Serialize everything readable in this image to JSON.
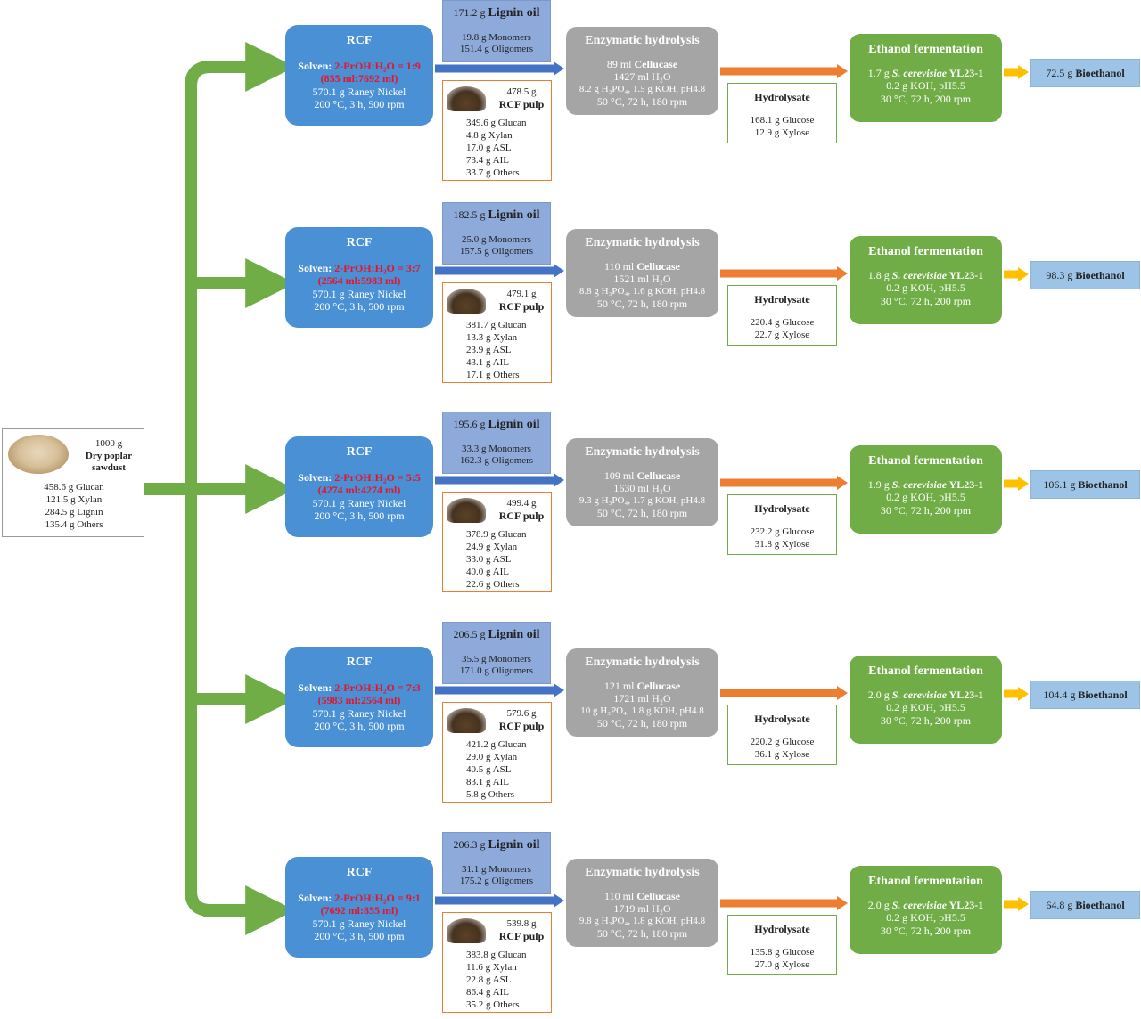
{
  "feedstock": {
    "amount": "1000 g",
    "name": "Dry poplar sawdust",
    "composition": [
      "458.6 g Glucan",
      "121.5 g Xylan",
      "284.5 g Lignin",
      "135.4 g Others"
    ]
  },
  "labels": {
    "rcf_title": "RCF",
    "solvent_prefix": "Solven: ",
    "catalyst": "570.1 g Raney Nickel",
    "rcf_conditions": "200 °C, 3 h, 500 rpm",
    "lignin_oil": "Lignin oil",
    "rcf_pulp": "RCF pulp",
    "enzymatic_hydrolysis": "Enzymatic hydrolysis",
    "cellucase": "Cellucase",
    "hydrolysis_conditions": "50 °C, 72 h, 180 rpm",
    "hydrolysate": "Hydrolysate",
    "ethanol_fermentation": "Ethanol fermentation",
    "yeast": "S. cerevisiae",
    "strain": "YL23-1",
    "fermentation_conditions": "30 °C, 72 h, 200 rpm",
    "bioethanol": "Bioethanol"
  },
  "colors": {
    "rcf_blue": "#4a90d4",
    "oil_blue": "#8eaadb",
    "pulp_border": "#ed7d31",
    "enzymatic_gray": "#a5a5a5",
    "fermentation_green": "#70ad47",
    "bioethanol_blue": "#9dc3e6",
    "solvent_red": "#e8132a",
    "orange_arrow": "#ed7d31",
    "yellow_arrow": "#ffc000"
  },
  "rows": [
    {
      "ratio": "2-PrOH:H₂O = 1:9",
      "volumes": "(855 ml:7692 ml)",
      "lignin_oil_amount": "171.2 g",
      "monomers": "19.8 g Monomers",
      "oligomers": "151.4 g Oligomers",
      "pulp_amount": "478.5 g",
      "pulp": [
        "349.6 g Glucan",
        "4.8 g Xylan",
        "17.0 g ASL",
        "73.4 g AIL",
        "33.7 g Others"
      ],
      "cellucase_amount": "89 ml",
      "water": "1427 ml H₂O",
      "buffer": "8.2 g H₃PO₄, 1.5 g KOH, pH4.8",
      "glucose": "168.1 g Glucose",
      "xylose": "12.9 g Xylose",
      "yeast_amount": "1.7 g",
      "koh": "0.2 g KOH, pH5.5",
      "bioethanol_amount": "72.5 g"
    },
    {
      "ratio": "2-PrOH:H₂O = 3:7",
      "volumes": "(2564 ml:5983 ml)",
      "lignin_oil_amount": "182.5 g",
      "monomers": "25.0 g Monomers",
      "oligomers": "157.5 g Oligomers",
      "pulp_amount": "479.1 g",
      "pulp": [
        "381.7 g Glucan",
        "13.3 g Xylan",
        "23.9 g ASL",
        "43.1 g AIL",
        "17.1 g Others"
      ],
      "cellucase_amount": "110 ml",
      "water": "1521 ml H₂O",
      "buffer": "8.8 g H₃PO₄, 1.6 g KOH, pH4.8",
      "glucose": "220.4 g Glucose",
      "xylose": "22.7 g Xylose",
      "yeast_amount": "1.8 g",
      "koh": "0.2 g KOH, pH5.5",
      "bioethanol_amount": "98.3 g"
    },
    {
      "ratio": "2-PrOH:H₂O = 5:5",
      "volumes": "(4274 ml:4274 ml)",
      "lignin_oil_amount": "195.6 g",
      "monomers": "33.3 g Monomers",
      "oligomers": "162.3 g Oligomers",
      "pulp_amount": "499.4 g",
      "pulp": [
        "378.9 g Glucan",
        "24.9 g Xylan",
        "33.0 g ASL",
        "40.0 g AIL",
        "22.6 g Others"
      ],
      "cellucase_amount": "109 ml",
      "water": "1630 ml H₂O",
      "buffer": "9.3 g H₃PO₄, 1.7 g KOH, pH4.8",
      "glucose": "232.2 g Glucose",
      "xylose": "31.8 g Xylose",
      "yeast_amount": "1.9 g",
      "koh": "0.2 g KOH, pH5.5",
      "bioethanol_amount": "106.1 g"
    },
    {
      "ratio": "2-PrOH:H₂O = 7:3",
      "volumes": "(5983 ml:2564 ml)",
      "lignin_oil_amount": "206.5 g",
      "monomers": "35.5 g Monomers",
      "oligomers": "171.0 g Oligomers",
      "pulp_amount": "579.6 g",
      "pulp": [
        "421.2 g Glucan",
        "29.0 g Xylan",
        "40.5 g ASL",
        "83.1 g AIL",
        "5.8 g Others"
      ],
      "cellucase_amount": "121 ml",
      "water": "1721 ml H₂O",
      "buffer": "10 g H₃PO₄, 1.8 g KOH, pH4.8",
      "glucose": "220.2 g Glucose",
      "xylose": "36.1 g Xylose",
      "yeast_amount": "2.0 g",
      "koh": "0.2 g KOH, pH5.5",
      "bioethanol_amount": "104.4 g"
    },
    {
      "ratio": "2-PrOH:H₂O = 9:1",
      "volumes": "(7692 ml:855 ml)",
      "lignin_oil_amount": "206.3 g",
      "monomers": "31.1 g Monomers",
      "oligomers": "175.2 g Oligomers",
      "pulp_amount": "539.8 g",
      "pulp": [
        "383.8 g Glucan",
        "11.6 g Xylan",
        "22.8 g ASL",
        "86.4 g AIL",
        "35.2 g Others"
      ],
      "cellucase_amount": "110 ml",
      "water": "1719 ml H₂O",
      "buffer": "9.8 g H₃PO₄, 1.8 g KOH, pH4.8",
      "glucose": "135.8 g Glucose",
      "xylose": "27.0 g Xylose",
      "yeast_amount": "2.0 g",
      "koh": "0.2 g KOH, pH5.5",
      "bioethanol_amount": "64.8 g"
    }
  ]
}
